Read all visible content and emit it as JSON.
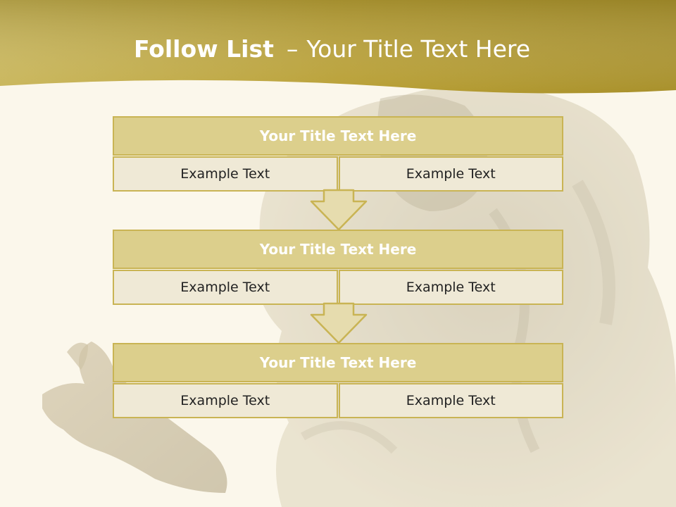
{
  "title": {
    "bold": "Follow List",
    "separator": "–",
    "rest": "Your Title Text Here"
  },
  "blocks": [
    {
      "title": "Your Title Text Here",
      "cells": [
        "Example Text",
        "Example Text"
      ]
    },
    {
      "title": "Your Title Text Here",
      "cells": [
        "Example Text",
        "Example Text"
      ]
    },
    {
      "title": "Your Title Text Here",
      "cells": [
        "Example Text",
        "Example Text"
      ]
    }
  ],
  "colors": {
    "header_gold": "#b9a035",
    "block_title_fill": "#dccf8c",
    "cell_fill": "#efe9d6",
    "border": "#c9b454"
  }
}
